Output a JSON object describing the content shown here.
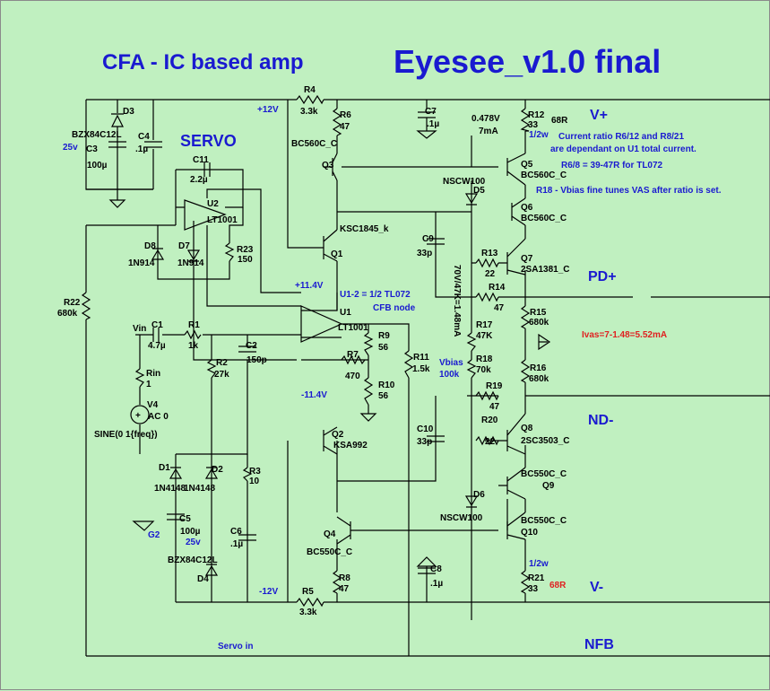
{
  "titles": {
    "main": "Eyesee_v1.0 final",
    "sub": "CFA - IC based amp",
    "servo": "SERVO"
  },
  "nets": {
    "vplus": "V+",
    "vminus": "V-",
    "pdplus": "PD+",
    "ndminus": "ND-",
    "nfb": "NFB",
    "g2": "G2",
    "vin": "Vin",
    "p12": "+12V",
    "n12": "-12V",
    "p114": "+11.4V",
    "n114": "-11.4V",
    "servo_in": "Servo in"
  },
  "notes": {
    "u12": "U1-2 = 1/2 TL072",
    "cfb": "CFB node",
    "current_ratio_1": "Current ratio R6/12 and R8/21",
    "current_ratio_2": "are dependant on U1 total current.",
    "r68": "R6/8 = 39-47R for TL072",
    "r18": "R18 - Vbias fine tunes VAS after ratio is set.",
    "ivas": "Ivas=7-1.48=5.52mA",
    "v0478": "0.478V",
    "ma7": "7mA",
    "w12a": "1/2w",
    "w12b": "1/2w",
    "r68ohm_a": "68R",
    "r68ohm_b": "68R",
    "vbias": "Vbias",
    "vbias100k": "100k",
    "vert": "70V/47K=1.48mA",
    "v25a": "25v",
    "v25b": "25v"
  },
  "components": {
    "R4": "R4",
    "R4v": "3.3k",
    "R6": "R6",
    "R6v": "47",
    "C7": "C7",
    "C7v": ".1µ",
    "R12": "R12",
    "R12v": "33",
    "D3": "D3",
    "D3v": "BZX84C12L",
    "C3": "C3",
    "C3v": "100µ",
    "C4": "C4",
    "C4v": ".1µ",
    "C11": "C11",
    "C11v": "2.2µ",
    "U2": "U2",
    "U2v": "LT1001",
    "D8": "D8",
    "D8v": "1N914",
    "D7": "D7",
    "D7v": "1N914",
    "R23": "R23",
    "R23v": "150",
    "Q3": "Q3",
    "Q3v": "BC560C_C",
    "Q1": "Q1",
    "Q1v": "KSC1845_k",
    "Q5": "Q5",
    "Q5v": "BC560C_C",
    "D5": "D5",
    "D5v": "NSCW100",
    "Q6": "Q6",
    "Q6v": "BC560C_C",
    "C9": "C9",
    "C9v": "33p",
    "R13": "R13",
    "R13v": "22",
    "Q7": "Q7",
    "Q7v": "2SA1381_C",
    "R14": "R14",
    "R14v": "47",
    "R15": "R15",
    "R15v": "680k",
    "R22": "R22",
    "R22v": "680k",
    "U1": "U1",
    "U1v": "LT1001",
    "C1": "C1",
    "C1v": "4.7µ",
    "R1": "R1",
    "R1v": "1k",
    "C2": "C2",
    "C2v": "150p",
    "R9": "R9",
    "R9v": "56",
    "R17": "R17",
    "R17v": "47K",
    "R2": "R2",
    "R2v": "27k",
    "R7": "R7",
    "R7v": "470",
    "R11": "R11",
    "R11v": "1.5k",
    "R18": "R18",
    "R18v": "70k",
    "R16": "R16",
    "R16v": "680k",
    "Rin": "Rin",
    "Rinv": "1",
    "R10": "R10",
    "R10v": "56",
    "R19": "R19",
    "R19v": "47",
    "V4": "V4",
    "V4v": "AC 0",
    "sine": "SINE(0 1{freq})",
    "C10": "C10",
    "C10v": "33p",
    "R20": "R20",
    "R20v": "22",
    "Q8": "Q8",
    "Q8v": "2SC3503_C",
    "Q2": "Q2",
    "Q2v": "KSA992",
    "D1": "D1",
    "D1v": "1N4148",
    "D2": "D2",
    "D2v": "1N4148",
    "R3": "R3",
    "R3v": "10",
    "Q9": "Q9",
    "Q9v": "BC550C_C",
    "D6": "D6",
    "D6v": "NSCW100",
    "C5": "C5",
    "C5v": "100µ",
    "C6": "C6",
    "C6v": ".1µ",
    "Q10": "Q10",
    "Q10v": "BC550C_C",
    "Q4": "Q4",
    "Q4v": "BC550C_C",
    "D4": "D4",
    "D4v": "BZX84C12L",
    "C8": "C8",
    "C8v": ".1µ",
    "R8": "R8",
    "R8v": "47",
    "R21": "R21",
    "R21v": "33",
    "R5": "R5",
    "R5v": "3.3k"
  },
  "colors": {
    "background": "#c0f0c0",
    "blue_text": "#1a1ad0",
    "red_text": "#e02020"
  }
}
